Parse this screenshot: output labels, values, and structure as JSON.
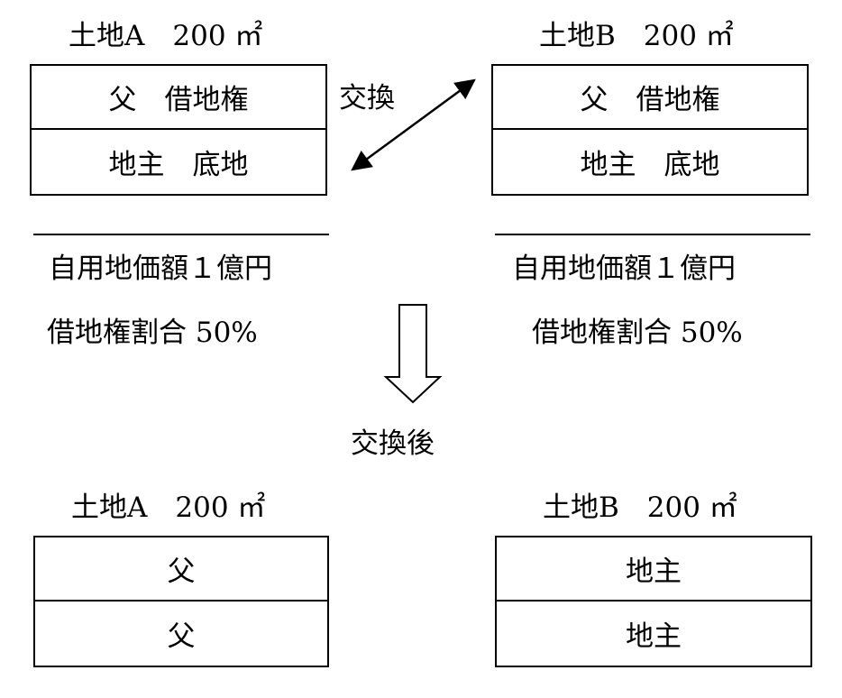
{
  "before": {
    "land_a": {
      "title": "土地A　200 ㎡",
      "top_cell": "父　借地権",
      "bottom_cell": "地主　底地"
    },
    "land_b": {
      "title": "土地B　200 ㎡",
      "top_cell": "父　借地権",
      "bottom_cell": "地主　底地"
    },
    "exchange_label": "交換"
  },
  "info": {
    "left": {
      "value_line": "自用地価額１億円",
      "ratio_line": "借地権割合 50%"
    },
    "right": {
      "value_line": "自用地価額１億円",
      "ratio_line": "借地権割合 50%"
    }
  },
  "after_label": "交換後",
  "after": {
    "land_a": {
      "title": "土地A　200 ㎡",
      "top_cell": "父",
      "bottom_cell": "父"
    },
    "land_b": {
      "title": "土地B　200 ㎡",
      "top_cell": "地主",
      "bottom_cell": "地主"
    }
  }
}
